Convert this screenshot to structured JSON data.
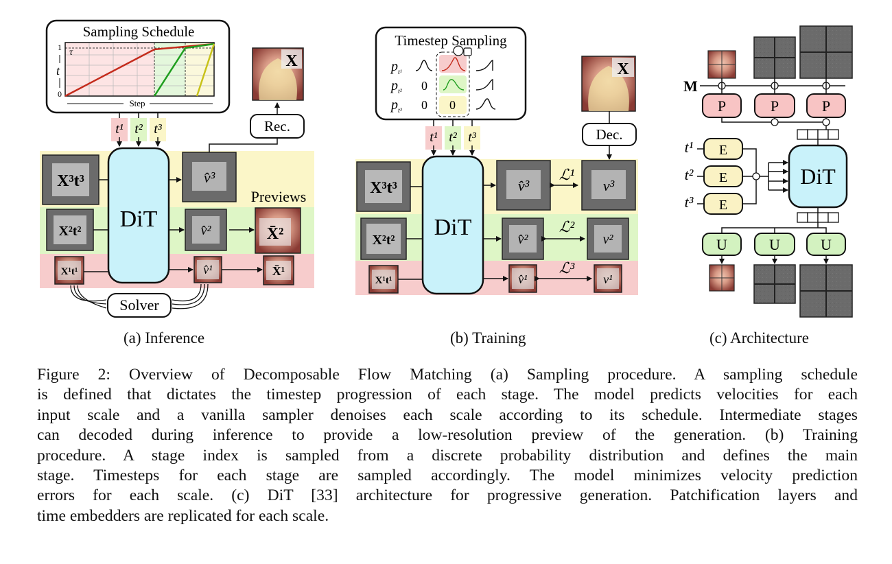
{
  "panels": {
    "inference": {
      "schedule_title": "Sampling Schedule",
      "tau": "τ",
      "axis_t": "t",
      "axis_step": "Step",
      "tick_1": "1",
      "tick_0": "0",
      "t_labels": [
        "t¹",
        "t²",
        "t³"
      ],
      "inputs": [
        "X³t³",
        "X²t²",
        "X¹t¹"
      ],
      "dit": "DiT",
      "outputs": [
        "v̂³",
        "v̂²",
        "v̂¹"
      ],
      "previews_label": "Previews",
      "previews": [
        "X̄²",
        "X̄¹"
      ],
      "solver": "Solver",
      "rec": "Rec.",
      "x_label": "X",
      "caption": "(a) Inference"
    },
    "training": {
      "sampling_title": "Timestep Sampling",
      "p_labels": [
        "p",
        "p",
        "p"
      ],
      "p_subs": [
        "t¹",
        "t²",
        "t³"
      ],
      "zeros": [
        "0",
        "0",
        "0"
      ],
      "t_labels": [
        "t¹",
        "t²",
        "t³"
      ],
      "inputs": [
        "X³t³",
        "X²t²",
        "X¹t¹"
      ],
      "dit": "DiT",
      "preds": [
        "v̂³",
        "v̂²",
        "v̂¹"
      ],
      "losses": [
        "ℒ¹",
        "ℒ²",
        "ℒ³"
      ],
      "targets": [
        "v³",
        "v²",
        "v¹"
      ],
      "dec": "Dec.",
      "x_label": "X",
      "caption": "(b) Training"
    },
    "architecture": {
      "m_label": "M",
      "p_blocks": [
        "P",
        "P",
        "P"
      ],
      "t_labels": [
        "t¹",
        "t²",
        "t³"
      ],
      "e_blocks": [
        "E",
        "E",
        "E"
      ],
      "dit": "DiT",
      "u_blocks": [
        "U",
        "U",
        "U"
      ],
      "caption": "(c) Architecture"
    }
  },
  "caption_lines": [
    "Figure 2: Overview of Decomposable Flow Matching (a) Sampling procedure. A sampling schedule",
    "is defined that dictates the timestep progression of each stage. The model predicts velocities for each",
    "input scale and a vanilla sampler denoises each scale according to its schedule. Intermediate stages",
    "can decoded during inference to provide a low-resolution preview of the generation. (b) Training",
    "procedure. A stage index is sampled from a discrete probability distribution and defines the main",
    "stage. Timesteps for each stage are sampled accordingly. The model minimizes velocity prediction",
    "errors for each scale. (c) DiT [33] architecture for progressive generation. Patchification layers and",
    "time embedders are replicated for each scale."
  ],
  "colors": {
    "yellow_band": "#fbf6c8",
    "green_band": "#def6c6",
    "red_band": "#f7cccc",
    "dit_fill": "#c9f2fa",
    "p_fill": "#f8c4c4",
    "e_fill": "#faf2c4",
    "u_fill": "#d3f2c0",
    "tile_gray": "#6b6b6b",
    "schedule_red": "#c42b1c",
    "schedule_green": "#1f9e1f",
    "schedule_yellow": "#c8c21a"
  }
}
